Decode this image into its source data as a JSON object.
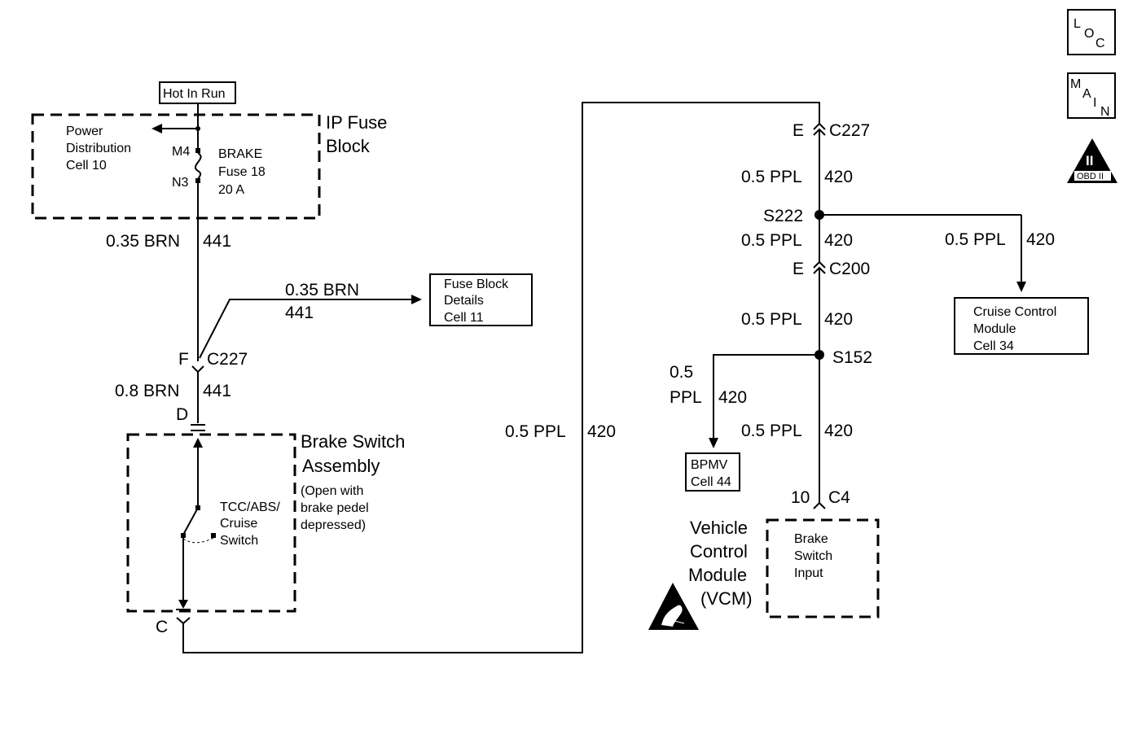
{
  "badges": {
    "loc_l": "L",
    "loc_o": "O",
    "loc_c": "C",
    "main_m": "M",
    "main_a": "A",
    "main_i": "I",
    "main_n": "N",
    "obd_numeral": "II",
    "obd_label": "OBD II"
  },
  "left": {
    "hot_in_run": "Hot In Run",
    "ip_fuse_1": "IP Fuse",
    "ip_fuse_2": "Block",
    "power_1": "Power",
    "power_2": "Distribution",
    "power_3": "Cell 10",
    "m4": "M4",
    "n3": "N3",
    "brake_1": "BRAKE",
    "brake_2": "Fuse 18",
    "brake_3": "20 A",
    "wire_a_gauge": "0.35 BRN",
    "wire_a_circuit": "441",
    "wire_b_gauge": "0.35 BRN",
    "wire_b_circuit": "441",
    "fuse_details_1": "Fuse Block",
    "fuse_details_2": "Details",
    "fuse_details_3": "Cell 11",
    "c227_pin": "F",
    "c227_name": "C227",
    "wire_c_gauge": "0.8 BRN",
    "wire_c_circuit": "441",
    "pin_d": "D",
    "pin_c": "C",
    "bsa_1": "Brake Switch",
    "bsa_2": "Assembly",
    "bsa_note_1": "(Open with",
    "bsa_note_2": "brake pedel",
    "bsa_note_3": "depressed)",
    "tcc_1": "TCC/ABS/",
    "tcc_2": "Cruise",
    "tcc_3": "Switch",
    "wire_d_gauge": "0.5 PPL",
    "wire_d_circuit": "420"
  },
  "right": {
    "e1": "E",
    "c227": "C227",
    "w1_gauge": "0.5 PPL",
    "w1_circuit": "420",
    "s222": "S222",
    "w2_gauge": "0.5 PPL",
    "w2_circuit": "420",
    "w3_gauge": "0.5 PPL",
    "w3_circuit": "420",
    "cruise_1": "Cruise Control",
    "cruise_2": "Module",
    "cruise_3": "Cell 34",
    "e2": "E",
    "c200": "C200",
    "w4_gauge": "0.5 PPL",
    "w4_circuit": "420",
    "s152": "S152",
    "w5_gauge_1": "0.5",
    "w5_gauge_2": "PPL",
    "w5_circuit": "420",
    "bpmv_1": "BPMV",
    "bpmv_2": "Cell 44",
    "w6_gauge": "0.5 PPL",
    "w6_circuit": "420",
    "pin10": "10",
    "c4": "C4",
    "vcm_1": "Vehicle",
    "vcm_2": "Control",
    "vcm_3": "Module",
    "vcm_4": "(VCM)",
    "bsi_1": "Brake",
    "bsi_2": "Switch",
    "bsi_3": "Input"
  }
}
